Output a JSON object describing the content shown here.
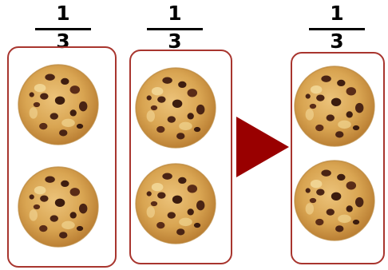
{
  "fractions": [
    {
      "numerator": "1",
      "denominator": "3"
    },
    {
      "numerator": "1",
      "denominator": "3"
    },
    {
      "numerator": "1",
      "denominator": "3"
    }
  ],
  "colors": {
    "box_border": "#a8352e",
    "arrow": "#990000",
    "cookie_dough": "#d9a552",
    "cookie_chip": "#4a2414"
  },
  "icons": {
    "cookie": "cookie-icon",
    "arrow": "right-arrow-icon"
  }
}
